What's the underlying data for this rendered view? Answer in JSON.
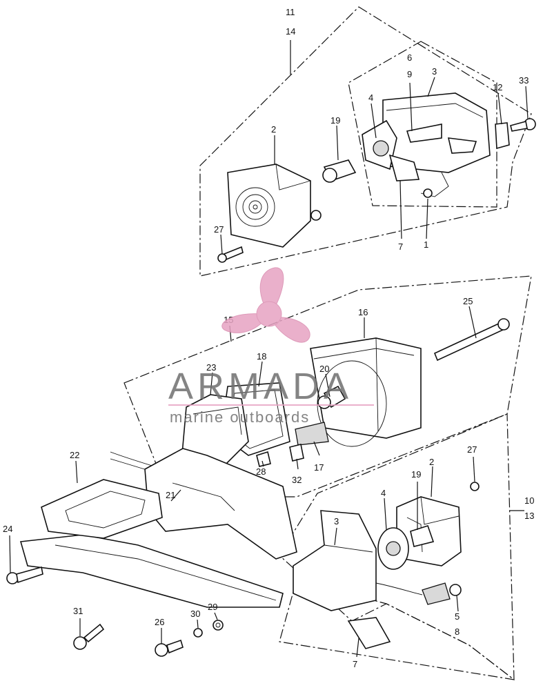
{
  "callouts": [
    {
      "id": "c11",
      "text": "11"
    },
    {
      "id": "c14",
      "text": "14"
    },
    {
      "id": "c6",
      "text": "6"
    },
    {
      "id": "c9",
      "text": "9"
    },
    {
      "id": "c3a",
      "text": "3"
    },
    {
      "id": "c4a",
      "text": "4"
    },
    {
      "id": "c12",
      "text": "12"
    },
    {
      "id": "c33",
      "text": "33"
    },
    {
      "id": "c19a",
      "text": "19"
    },
    {
      "id": "c2a",
      "text": "2"
    },
    {
      "id": "c27a",
      "text": "27"
    },
    {
      "id": "c7a",
      "text": "7"
    },
    {
      "id": "c1",
      "text": "1"
    },
    {
      "id": "c15",
      "text": "15"
    },
    {
      "id": "c16",
      "text": "16"
    },
    {
      "id": "c25",
      "text": "25"
    },
    {
      "id": "c18",
      "text": "18"
    },
    {
      "id": "c23",
      "text": "23"
    },
    {
      "id": "c20",
      "text": "20"
    },
    {
      "id": "c22",
      "text": "22"
    },
    {
      "id": "c17",
      "text": "17"
    },
    {
      "id": "c28",
      "text": "28"
    },
    {
      "id": "c32",
      "text": "32"
    },
    {
      "id": "c27b",
      "text": "27"
    },
    {
      "id": "c2b",
      "text": "2"
    },
    {
      "id": "c19b",
      "text": "19"
    },
    {
      "id": "c4b",
      "text": "4"
    },
    {
      "id": "c21",
      "text": "21"
    },
    {
      "id": "c10",
      "text": "10"
    },
    {
      "id": "c13",
      "text": "13"
    },
    {
      "id": "c3b",
      "text": "3"
    },
    {
      "id": "c24",
      "text": "24"
    },
    {
      "id": "c5",
      "text": "5"
    },
    {
      "id": "c8",
      "text": "8"
    },
    {
      "id": "c31",
      "text": "31"
    },
    {
      "id": "c30",
      "text": "30"
    },
    {
      "id": "c29",
      "text": "29"
    },
    {
      "id": "c26",
      "text": "26"
    },
    {
      "id": "c7b",
      "text": "7"
    }
  ],
  "watermark": {
    "brand": "ARMADA",
    "tagline": "marine outboards",
    "accent_color": "#e7a3c3"
  }
}
